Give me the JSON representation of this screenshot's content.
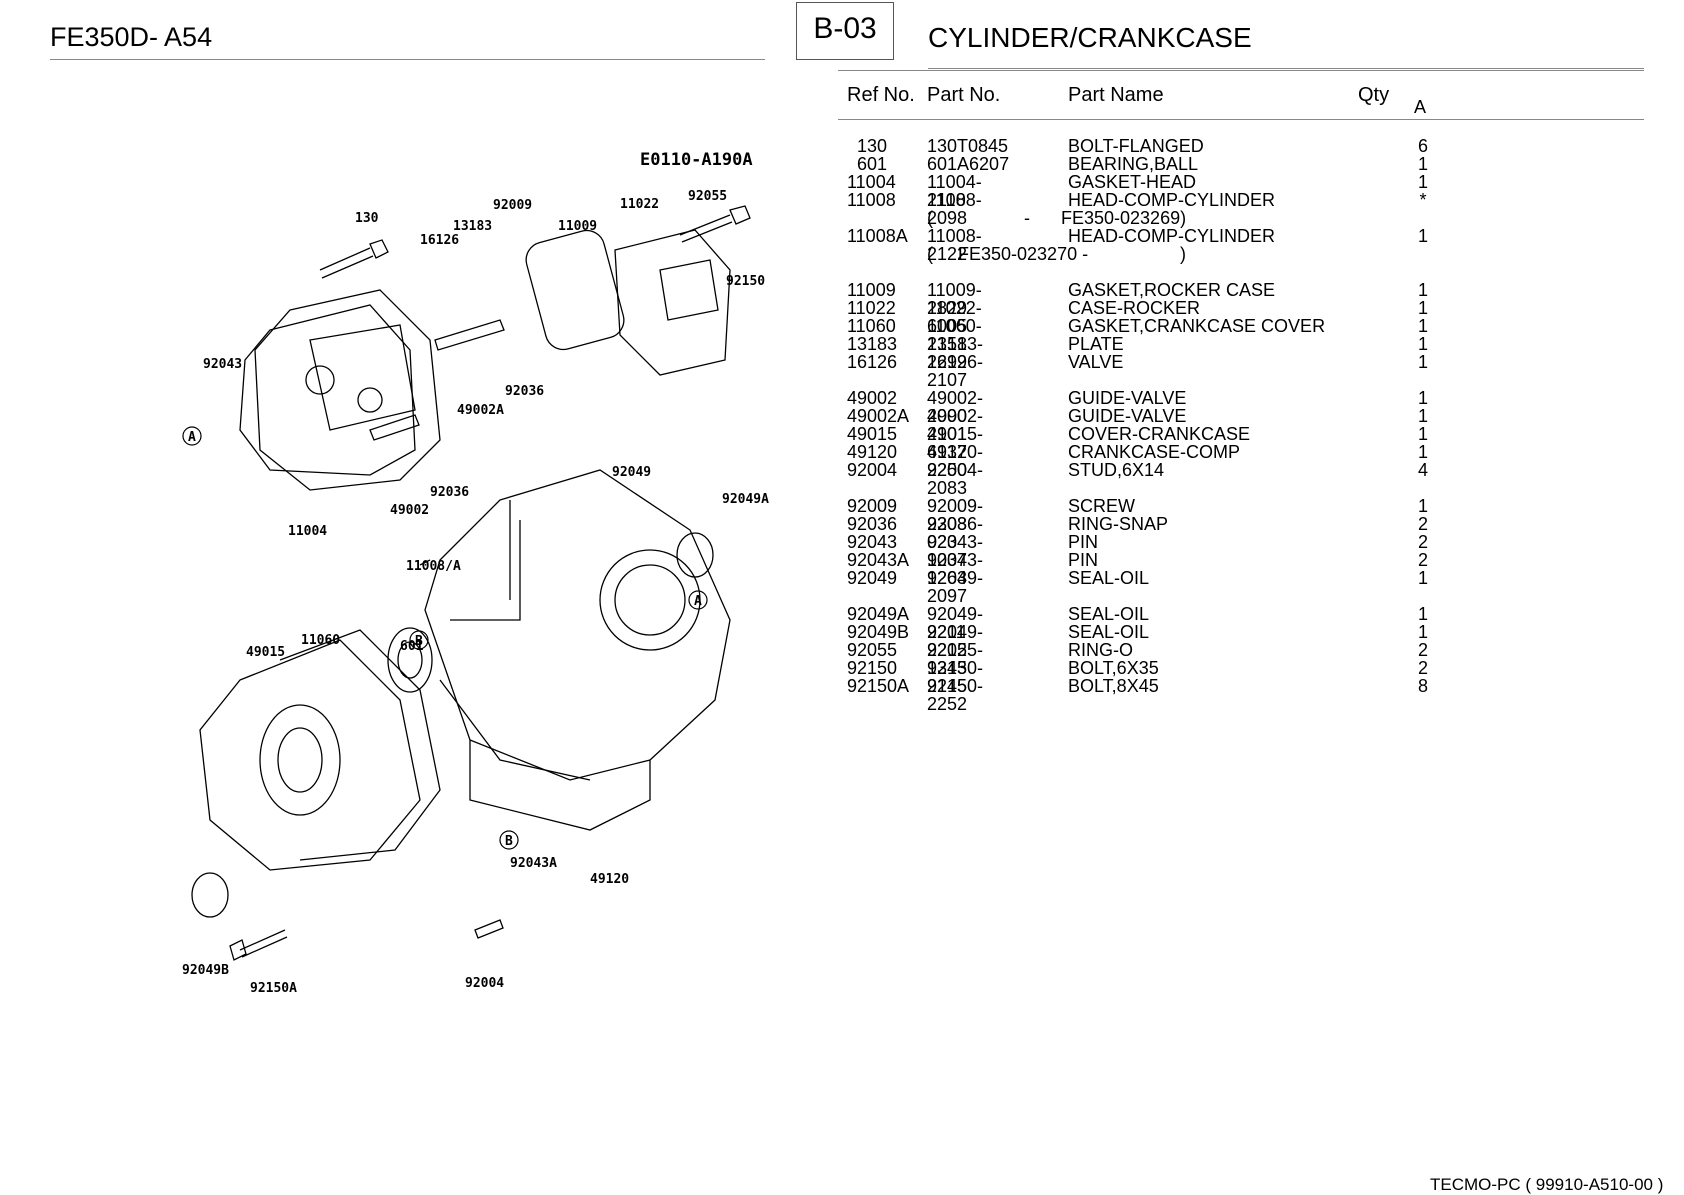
{
  "header": {
    "model": "FE350D- A54",
    "section": "B-03",
    "title": "CYLINDER/CRANKCASE"
  },
  "table": {
    "columns": {
      "ref": "Ref No.",
      "part": "Part No.",
      "name": "Part Name",
      "qty": "Qty",
      "a": "A"
    },
    "rows": [
      {
        "ref": "130",
        "part": "130T0845",
        "name": "BOLT-FLANGED",
        "qty": "6"
      },
      {
        "ref": "601",
        "part": "601A6207",
        "name": "BEARING,BALL",
        "qty": "1"
      },
      {
        "ref": "11004",
        "part": "11004-2118",
        "name": "GASKET-HEAD",
        "qty": "1"
      },
      {
        "ref": "11008",
        "part": "11008-2098",
        "name": "HEAD-COMP-CYLINDER",
        "qty": "*"
      },
      {
        "ref": "11008A",
        "part": "11008-2122",
        "name": "HEAD-COMP-CYLINDER",
        "qty": "1"
      },
      {
        "ref": "11009",
        "part": "11009-2829",
        "name": "GASKET,ROCKER CASE",
        "qty": "1"
      },
      {
        "ref": "11022",
        "part": "11022-6005",
        "name": "CASE-ROCKER",
        "qty": "1"
      },
      {
        "ref": "11060",
        "part": "11060-2151",
        "name": "GASKET,CRANKCASE COVER",
        "qty": "1"
      },
      {
        "ref": "13183",
        "part": "13183-2299",
        "name": "PLATE",
        "qty": "1"
      },
      {
        "ref": "16126",
        "part": "16126-2107",
        "name": "VALVE",
        "qty": "1"
      },
      {
        "ref": "49002",
        "part": "49002-2090",
        "name": "GUIDE-VALVE",
        "qty": "1"
      },
      {
        "ref": "49002A",
        "part": "49002-2101",
        "name": "GUIDE-VALVE",
        "qty": "1"
      },
      {
        "ref": "49015",
        "part": "49015-6137",
        "name": "COVER-CRANKCASE",
        "qty": "1"
      },
      {
        "ref": "49120",
        "part": "49120-2250",
        "name": "CRANKCASE-COMP",
        "qty": "1"
      },
      {
        "ref": "92004",
        "part": "92004-2083",
        "name": "STUD,6X14",
        "qty": "4"
      },
      {
        "ref": "92009",
        "part": "92009-2308",
        "name": "SCREW",
        "qty": "1"
      },
      {
        "ref": "92036",
        "part": "92036-023",
        "name": "RING-SNAP",
        "qty": "2"
      },
      {
        "ref": "92043",
        "part": "92043-1037",
        "name": "PIN",
        "qty": "2"
      },
      {
        "ref": "92043A",
        "part": "92043-1263",
        "name": "PIN",
        "qty": "2"
      },
      {
        "ref": "92049",
        "part": "92049-2097",
        "name": "SEAL-OIL",
        "qty": "1"
      },
      {
        "ref": "92049A",
        "part": "92049-2211",
        "name": "SEAL-OIL",
        "qty": "1"
      },
      {
        "ref": "92049B",
        "part": "92049-2212",
        "name": "SEAL-OIL",
        "qty": "1"
      },
      {
        "ref": "92055",
        "part": "92055-1343",
        "name": "RING-O",
        "qty": "2"
      },
      {
        "ref": "92150",
        "part": "92150-2145",
        "name": "BOLT,6X35",
        "qty": "2"
      },
      {
        "ref": "92150A",
        "part": "92150-2252",
        "name": "BOLT,8X45",
        "qty": "8"
      }
    ],
    "notes": {
      "n11008_open": "(",
      "n11008_dash": "-",
      "n11008_serial": "FE350-023269)",
      "n11008A_serial": "(     FE350-023270 -",
      "n11008A_close": ")"
    }
  },
  "diagram": {
    "code": "E0110-A190A",
    "labels": {
      "l130": "130",
      "l92009": "92009",
      "l11022": "11022",
      "l92055": "92055",
      "l13183": "13183",
      "l11009": "11009",
      "l16126": "16126",
      "l92150": "92150",
      "l92043": "92043",
      "l92036a": "92036",
      "l49002A": "49002A",
      "l92049": "92049",
      "l92036b": "92036",
      "l92049A": "92049A",
      "l49002": "49002",
      "l11004": "11004",
      "l11008A": "11008/A",
      "l11060": "11060",
      "l49015": "49015",
      "l601": "601",
      "l92043A": "92043A",
      "l49120": "49120",
      "l92049B": "92049B",
      "l92150A": "92150A",
      "l92004": "92004",
      "cA1": "A",
      "cA2": "A",
      "cB1": "B",
      "cB2": "B"
    }
  },
  "footer": {
    "text": "TECMO-PC  ( 99910-A510-00 )"
  }
}
